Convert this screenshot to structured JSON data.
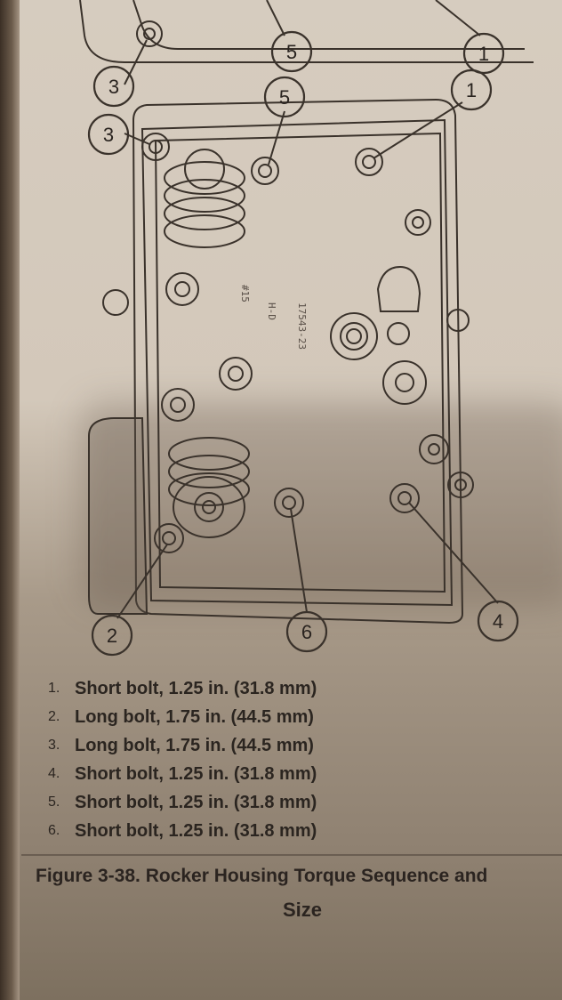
{
  "callouts": [
    "1",
    "2",
    "3",
    "4",
    "5",
    "6"
  ],
  "casting_marks": {
    "part_number": "17543-23",
    "brand": "H-D",
    "code": "#15"
  },
  "legend": [
    {
      "num": "1.",
      "text": "Short bolt, 1.25 in. (31.8 mm)"
    },
    {
      "num": "2.",
      "text": "Long bolt, 1.75 in. (44.5 mm)"
    },
    {
      "num": "3.",
      "text": "Long bolt, 1.75 in. (44.5 mm)"
    },
    {
      "num": "4.",
      "text": "Short bolt, 1.25 in. (31.8 mm)"
    },
    {
      "num": "5.",
      "text": "Short bolt, 1.25 in. (31.8 mm)"
    },
    {
      "num": "6.",
      "text": "Short bolt, 1.25 in. (31.8 mm)"
    }
  ],
  "caption": {
    "line1": "Figure 3-38. Rocker Housing Torque Sequence and",
    "line2": "Size"
  }
}
